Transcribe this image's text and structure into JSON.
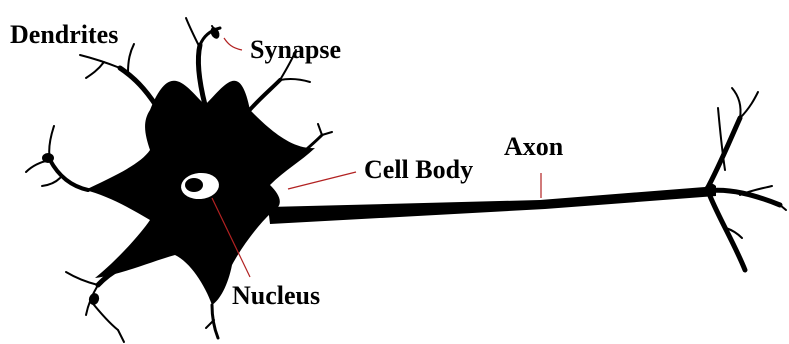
{
  "diagram": {
    "labels": {
      "dendrites": "Dendrites",
      "synapse": "Synapse",
      "axon": "Axon",
      "cell_body": "Cell Body",
      "nucleus": "Nucleus"
    },
    "colors": {
      "neuron": "#000000",
      "leader_line": "#b22222",
      "label_text": "#000000",
      "background": "#ffffff"
    }
  }
}
